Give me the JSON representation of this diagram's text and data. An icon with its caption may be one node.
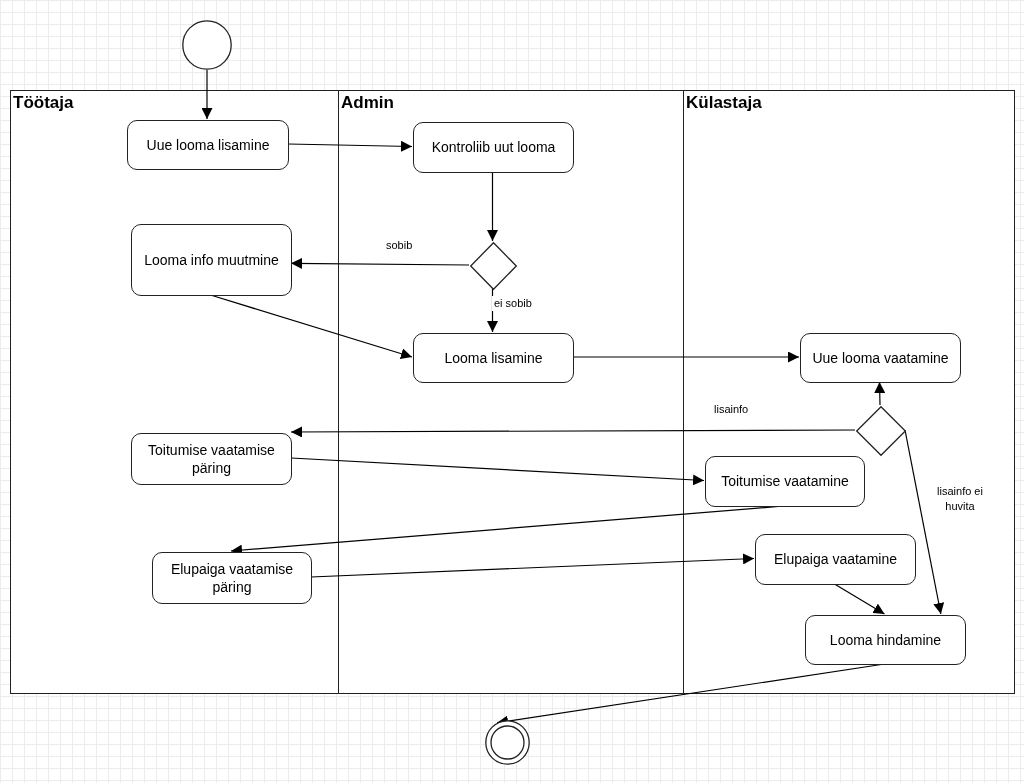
{
  "diagram": {
    "nodes": [
      {
        "text": [],
        "shape": "circle"
      },
      {
        "text": [
          "Töötaja"
        ]
      },
      {
        "text": [
          "Admin"
        ]
      },
      {
        "text": [
          "Külastaja"
        ]
      },
      {
        "text": [
          "Uue looma lisamine"
        ],
        "in": 1
      },
      {
        "text": [
          "Kontroliib uut looma"
        ],
        "in": 2
      },
      {
        "text": [
          "Looma info muutmine"
        ],
        "in": 1
      },
      {
        "text": [],
        "shape": "diamond",
        "in": 2
      },
      {
        "text": [
          "Looma lisamine"
        ],
        "in": 2
      },
      {
        "text": [
          "Uue looma vaatamine"
        ],
        "in": 3
      },
      {
        "text": [],
        "shape": "diamond",
        "in": 3
      },
      {
        "text": [
          "Toitumise vaatamise päring"
        ],
        "in": 1
      },
      {
        "text": [
          "Toitumise vaatamine"
        ],
        "in": 3
      },
      {
        "text": [
          "Elupaiga vaatamise päring"
        ],
        "in": 1
      },
      {
        "text": [
          "Elupaiga vaatamine"
        ],
        "in": 3
      },
      {
        "text": [
          "Looma hindamine"
        ],
        "in": 3
      },
      {
        "text": [],
        "shape": "circle"
      }
    ],
    "edges": [
      {
        "from": 0,
        "to": 4,
        "arrow": "to"
      },
      {
        "from": 4,
        "to": 5,
        "arrow": "to"
      },
      {
        "from": 5,
        "to": 7,
        "arrow": "to"
      },
      {
        "from": 7,
        "to": 6,
        "label": "sobib",
        "arrow": "to"
      },
      {
        "from": 7,
        "to": 8,
        "label": "ei sobib",
        "arrow": "to"
      },
      {
        "from": 6,
        "to": 8,
        "arrow": "to"
      },
      {
        "from": 8,
        "to": 9,
        "arrow": "to"
      },
      {
        "from": 10,
        "to": 9,
        "arrow": "to"
      },
      {
        "from": 10,
        "to": 11,
        "label": "lisainfo",
        "arrow": "to"
      },
      {
        "from": 11,
        "to": 12,
        "arrow": "to"
      },
      {
        "from": 12,
        "to": 13,
        "arrow": "to"
      },
      {
        "from": 13,
        "to": 14,
        "arrow": "to"
      },
      {
        "from": 14,
        "to": 15,
        "arrow": "to"
      },
      {
        "from": 10,
        "to": 15,
        "label": "lisainfo ei huvita",
        "arrow": "to"
      },
      {
        "from": 15,
        "to": 16,
        "arrow": "to"
      }
    ]
  }
}
